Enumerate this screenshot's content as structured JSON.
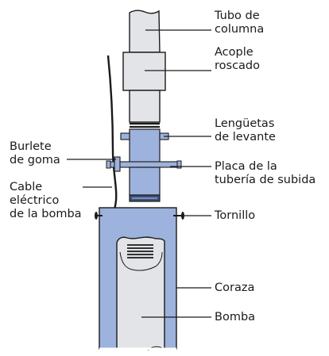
{
  "colors": {
    "pipe_fill": "#e3e4e7",
    "blue_part": "#9db2dc",
    "dark_blue": "#3c4f78",
    "outline": "#1a1a1a",
    "cable": "#1a1a1a",
    "leader": "#1a1a1a"
  },
  "labels": {
    "tubo_columna": [
      "Tubo de",
      "columna"
    ],
    "acople_roscado": [
      "Acople",
      "roscado"
    ],
    "lenguetas": [
      "Lengüetas",
      "de levante"
    ],
    "burlete": [
      "Burlete",
      "de goma"
    ],
    "placa": [
      "Placa de la",
      "tubería de subida"
    ],
    "cable": [
      "Cable",
      "eléctrico",
      "de la bomba"
    ],
    "tornillo": [
      "Tornillo"
    ],
    "coraza": [
      "Coraza"
    ],
    "bomba": [
      "Bomba"
    ]
  }
}
